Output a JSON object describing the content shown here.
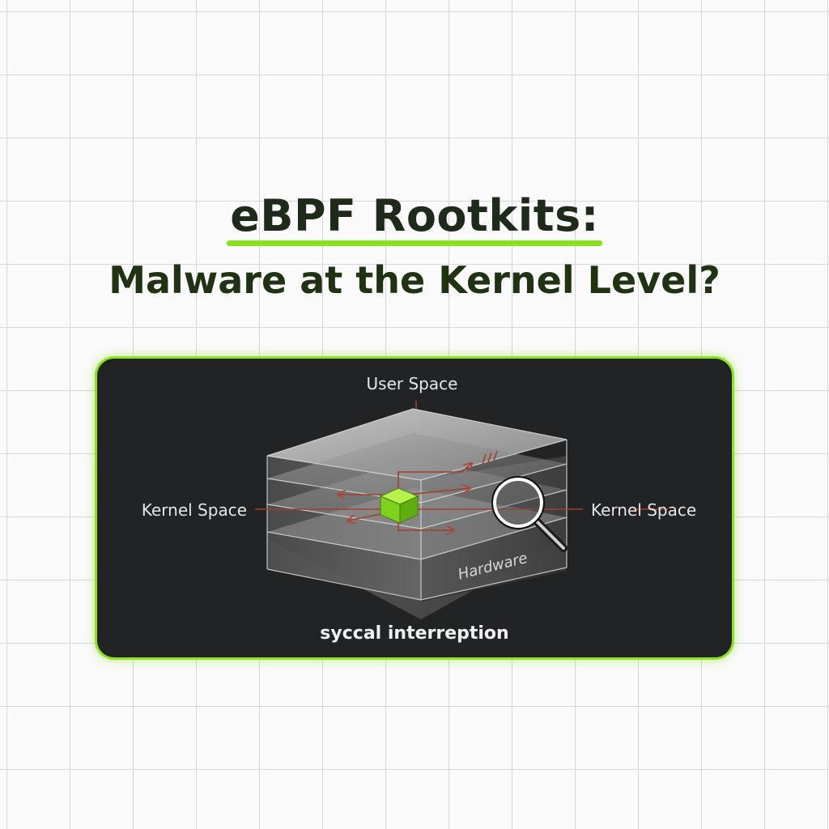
{
  "title": {
    "line1": "eBPF Rootkits:",
    "line2": "Malware at the Kernel Level?"
  },
  "diagram": {
    "labels": {
      "user_space": "User Space",
      "kernel_space_left": "Kernel Space",
      "kernel_space_right": "Kernel Space",
      "hardware": "Hardware",
      "caption": "syccal interreption"
    },
    "colors": {
      "accent": "#8de321",
      "panel_background": "#222324",
      "arrow": "#a1402f",
      "title_text": "#1e2a1a"
    },
    "icons": [
      "ebpf-cube-icon",
      "magnifier-icon"
    ]
  }
}
